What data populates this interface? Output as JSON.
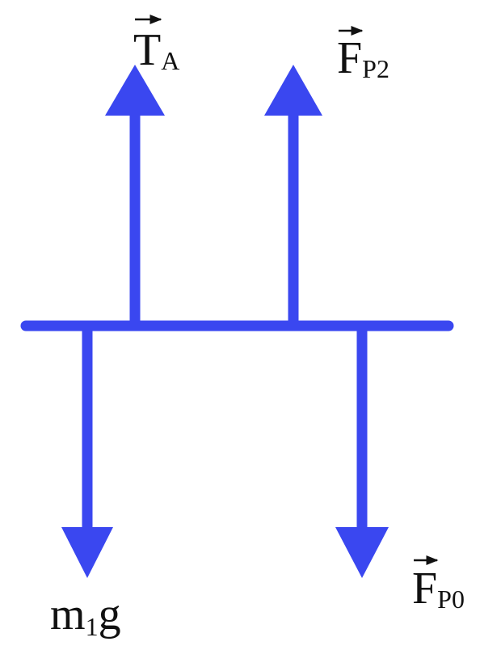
{
  "colors": {
    "force": "#3a47f0",
    "text": "#111111",
    "background": "#ffffff"
  },
  "labels": {
    "tension": {
      "symbol": "T",
      "subscript": "A",
      "vector": true
    },
    "pressure_up": {
      "symbol": "F",
      "subscript": "P2",
      "vector": true
    },
    "weight": {
      "symbol": "m",
      "subscript": "1",
      "suffix": "g",
      "vector": false
    },
    "pressure_down": {
      "symbol": "F",
      "subscript": "P0",
      "vector": true
    }
  }
}
